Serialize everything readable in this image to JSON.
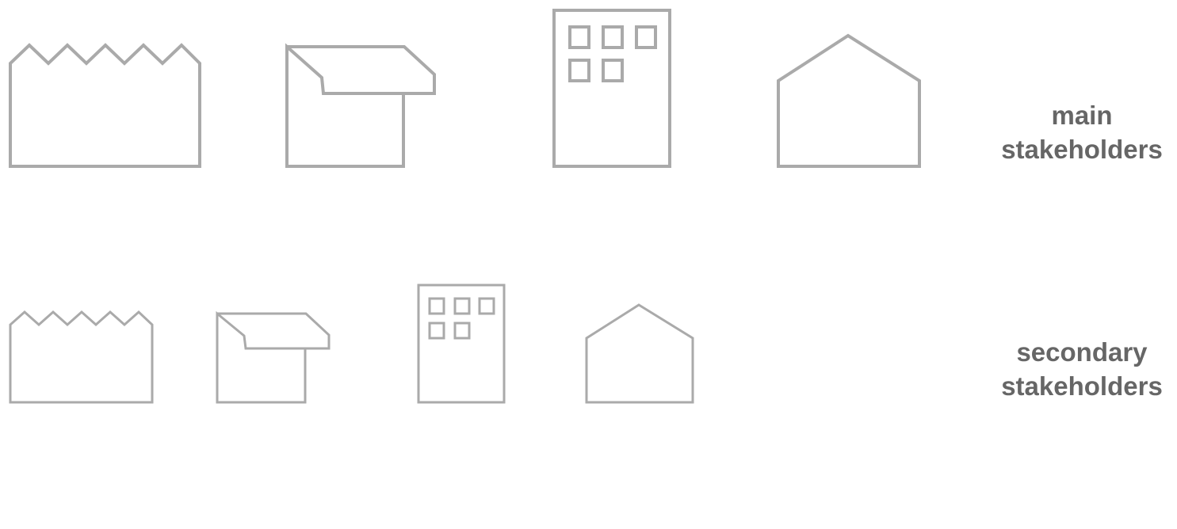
{
  "colors": {
    "icon_stroke": "#aaaaaa",
    "label_text": "#666666",
    "background": "#ffffff"
  },
  "rows": [
    {
      "id": "main",
      "label_line1": "main",
      "label_line2": "stakeholders",
      "icons": [
        "factory-icon",
        "shop-icon",
        "office-building-icon",
        "house-icon"
      ]
    },
    {
      "id": "secondary",
      "label_line1": "secondary",
      "label_line2": "stakeholders",
      "icons": [
        "factory-icon",
        "shop-icon",
        "office-building-icon",
        "house-icon"
      ]
    }
  ]
}
